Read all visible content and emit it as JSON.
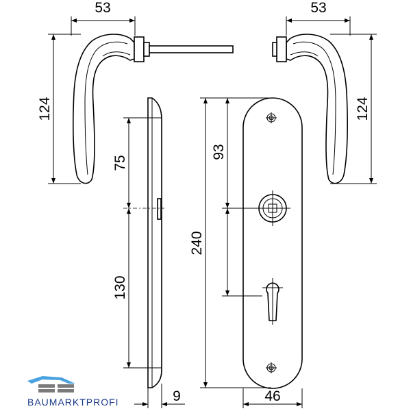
{
  "dimensions": {
    "handle_left_width": "53",
    "handle_right_width": "53",
    "handle_left_height": "124",
    "handle_right_height": "124",
    "plate_upper": "75",
    "plate_lower": "130",
    "plate_thickness": "9",
    "plate_total": "240",
    "handle_to_key": "93",
    "plate_width": "46"
  },
  "logo": {
    "text": "BAUMARKTPROFI",
    "colors": {
      "primary": "#1a3a8a",
      "accent": "#4aa3df",
      "gray": "#7a7a7a"
    }
  }
}
